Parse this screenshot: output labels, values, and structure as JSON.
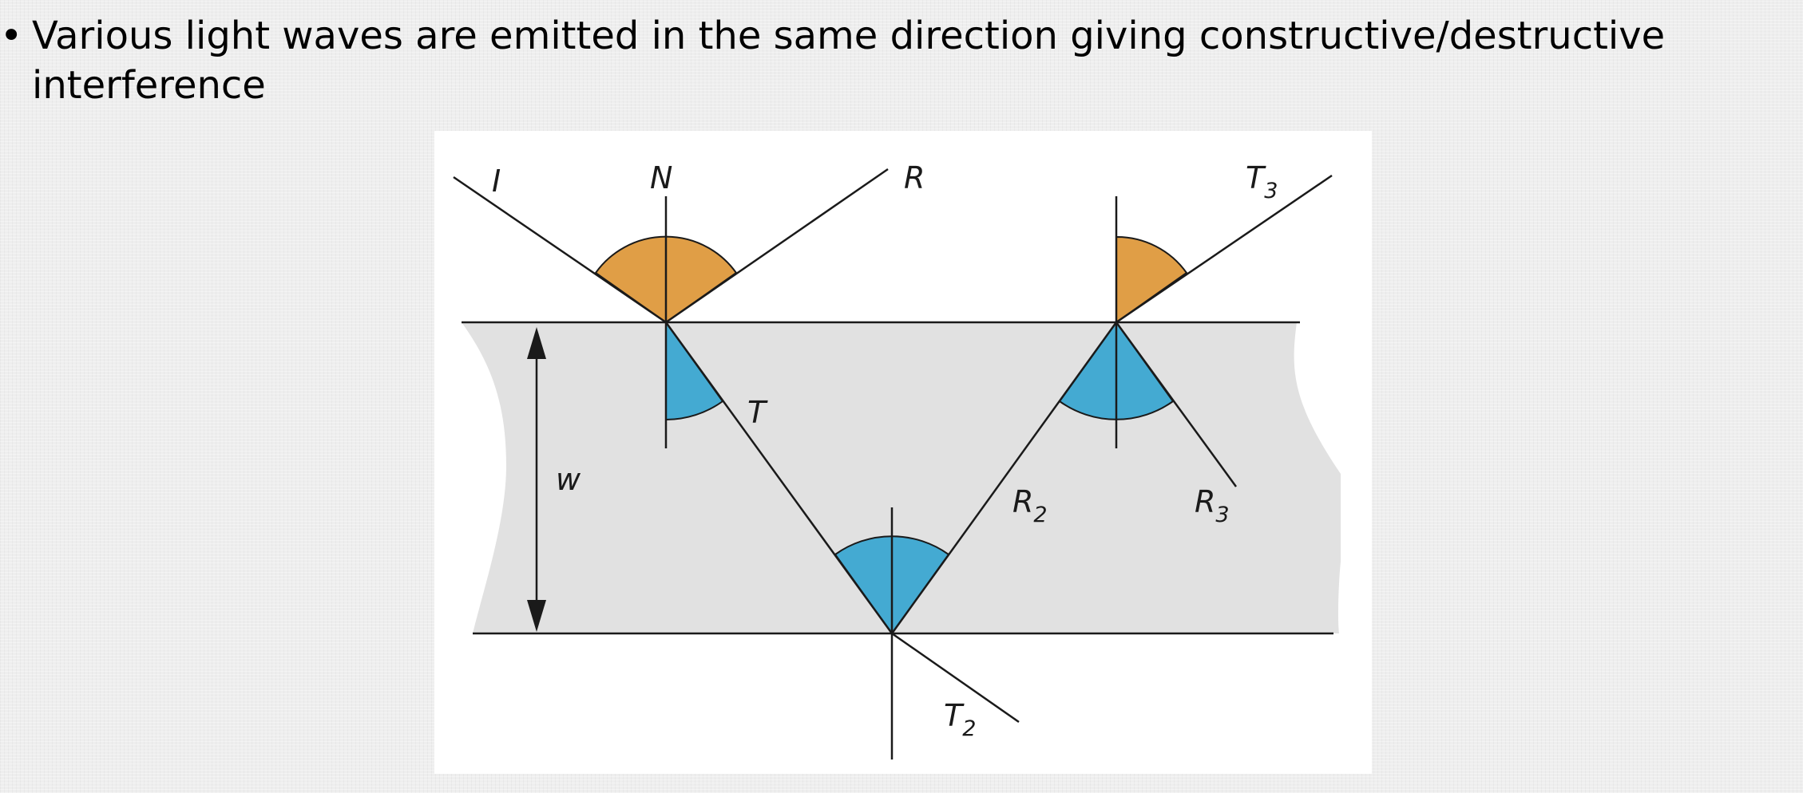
{
  "bullet": {
    "symbol": "•",
    "text": "Various light waves are emitted in the same direction giving constructive/destructive interference"
  },
  "diagram": {
    "labels": {
      "incident": "I",
      "normal": "N",
      "reflected": "R",
      "transmitted": "T",
      "width": "w",
      "reflected_2": {
        "base": "R",
        "sub": "2"
      },
      "reflected_3": {
        "base": "R",
        "sub": "3"
      },
      "transmitted_2": {
        "base": "T",
        "sub": "2"
      },
      "transmitted_3": {
        "base": "T",
        "sub": "3"
      }
    },
    "colors": {
      "angle_in_air": "#E09E46",
      "angle_in_medium": "#44AAD2",
      "medium_fill": "#E1E1E1",
      "line": "#1a1a1a",
      "background": "#FFFFFF"
    }
  }
}
